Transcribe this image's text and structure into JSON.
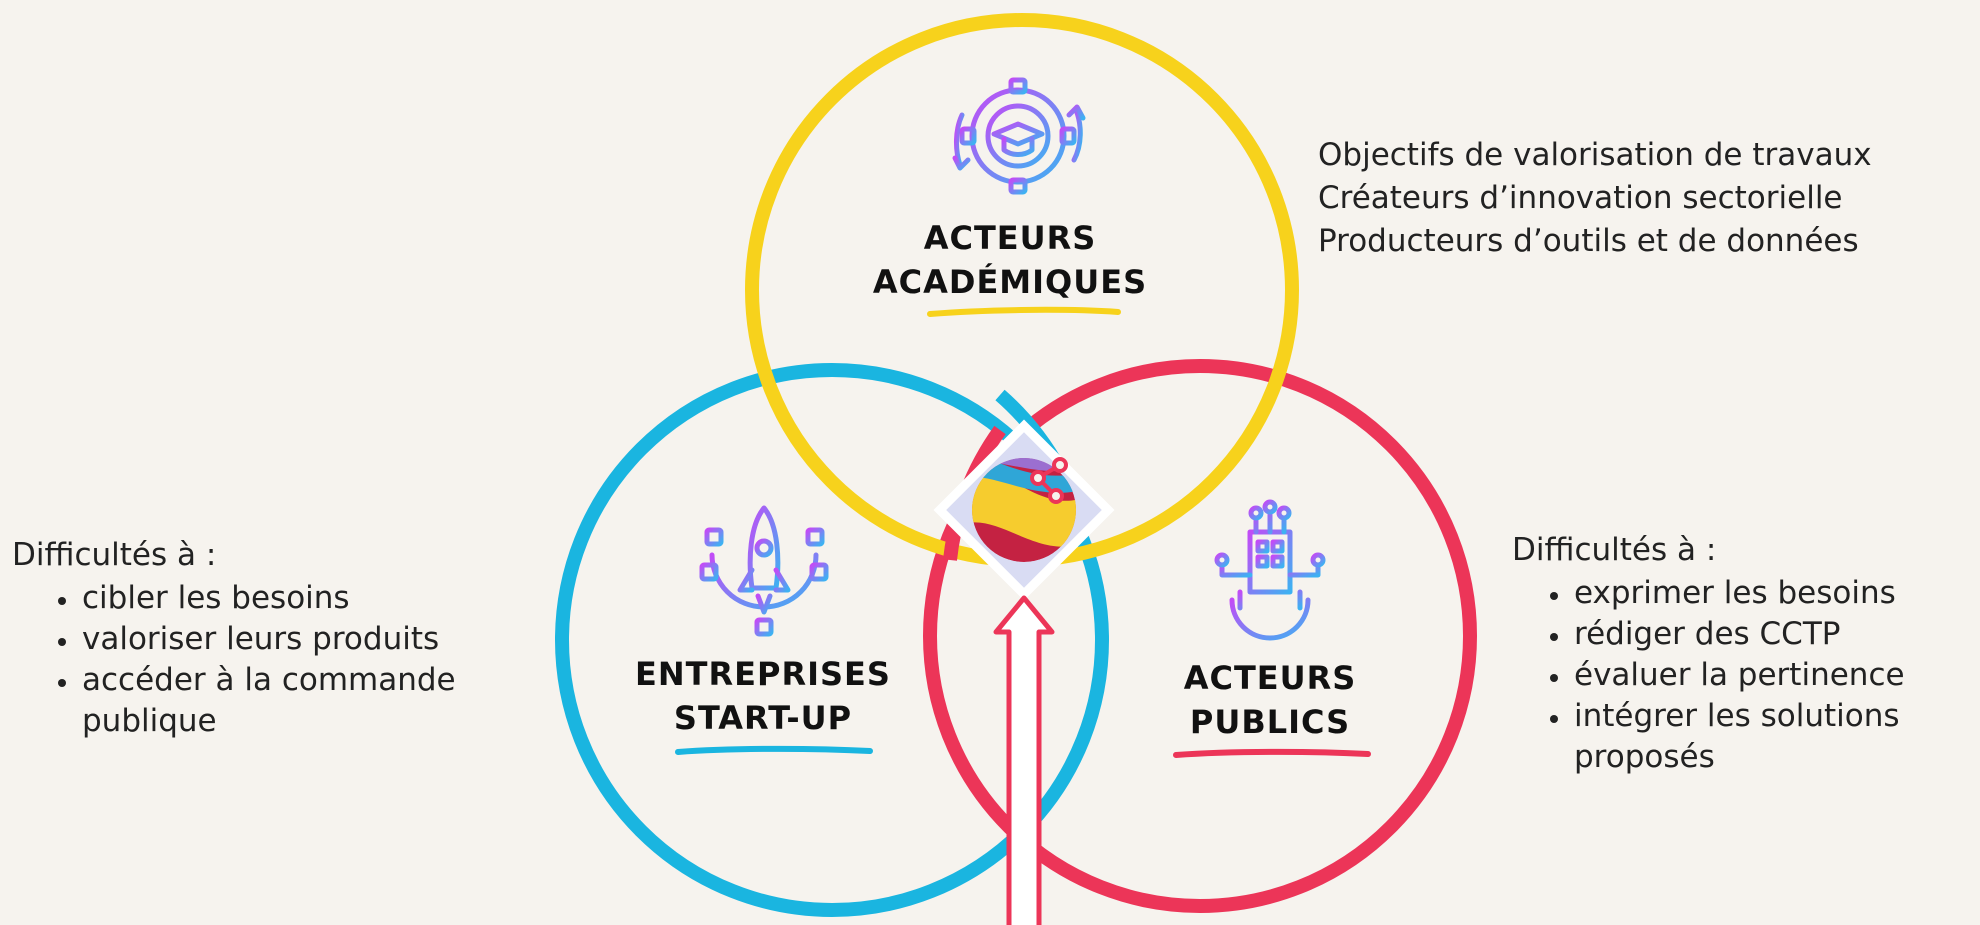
{
  "circles": {
    "academic": {
      "title_line1": "ACTEURS",
      "title_line2": "ACADÉMIQUES",
      "color": "#f7d21c",
      "icon": "graduation-gear-icon"
    },
    "startup": {
      "title_line1": "ENTREPRISES",
      "title_line2": "START-UP",
      "color": "#1ab5e0",
      "icon": "rocket-gear-icon"
    },
    "public": {
      "title_line1": "ACTEURS",
      "title_line2": "PUBLICS",
      "color": "#ec3558",
      "icon": "building-gear-icon"
    }
  },
  "center": {
    "icon": "globe-network-logo-icon",
    "arrow": "arrow-up-icon"
  },
  "academic_goals": [
    "Objectifs de valorisation de travaux",
    "Créateurs d’innovation sectorielle",
    "Producteurs d’outils et de données"
  ],
  "startup_difficulties": {
    "heading": "Difficultés à :",
    "items": [
      "cibler les besoins",
      "valoriser leurs produits",
      "accéder à la commande publique"
    ]
  },
  "public_difficulties": {
    "heading": "Difficultés à :",
    "items": [
      "exprimer les besoins",
      "rédiger des CCTP",
      "évaluer la pertinence",
      "intégrer les solutions proposés"
    ]
  }
}
